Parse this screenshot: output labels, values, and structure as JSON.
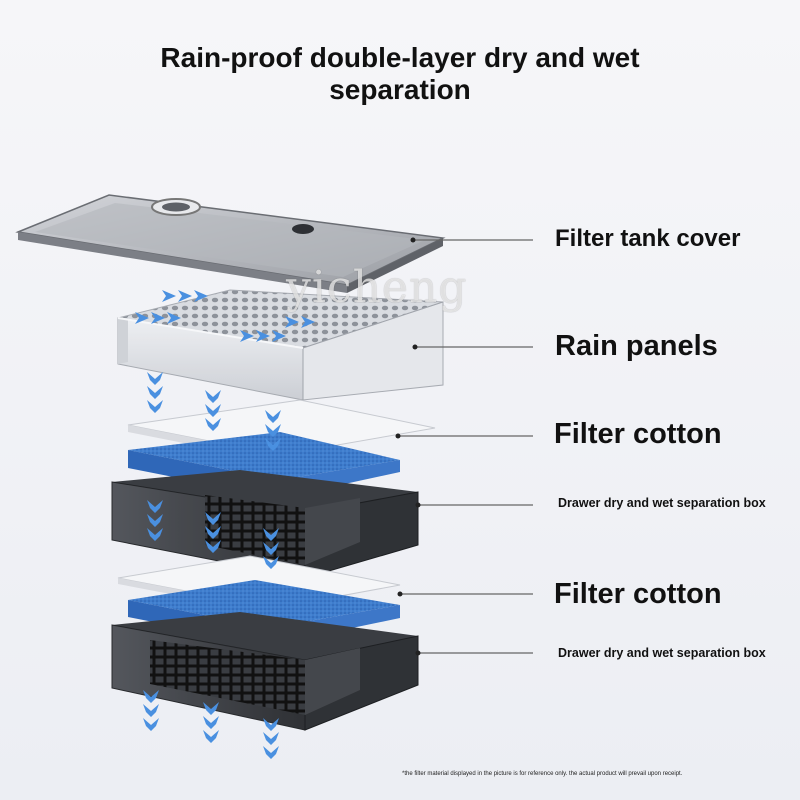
{
  "title": {
    "line1": "Rain-proof double-layer dry and wet",
    "line2": "separation"
  },
  "labels": {
    "cover": "Filter tank cover",
    "rain": "Rain panels",
    "cotton1": "Filter cotton",
    "box1": "Drawer dry and wet separation box",
    "cotton2": "Filter cotton",
    "box2": "Drawer dry and wet separation box"
  },
  "watermark": "yicheng",
  "note": "*the filter material displayed in the picture is for reference only. the actual product will prevail upon receipt.",
  "colors": {
    "sponge": "#3f7dcc",
    "arrow": "#4a90e0",
    "box": "#2d2f33",
    "leader": "#666666"
  }
}
